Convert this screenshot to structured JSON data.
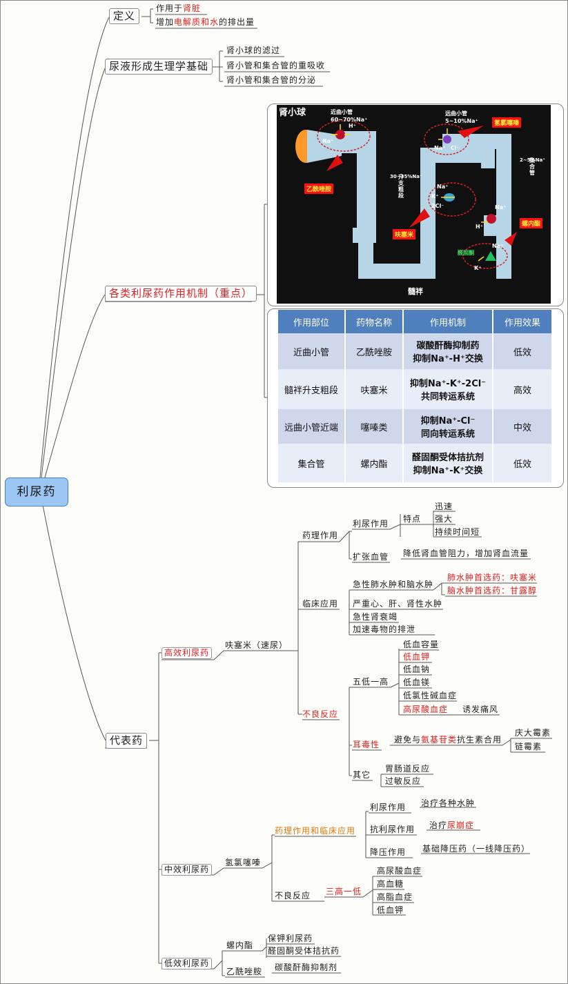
{
  "root": "利尿药",
  "definition": {
    "label": "定义",
    "a_pre": "作用于",
    "a_red": "肾脏",
    "b_pre": "增加",
    "b_red": "电解质和水",
    "b_post": "的排出量"
  },
  "physiology": {
    "label": "尿液形成生理学基础",
    "items": [
      "肾小球的滤过",
      "肾小管和集合管的重吸收",
      "肾小管和集合管的分泌"
    ]
  },
  "mechanism": {
    "label": "各类利尿药作用机制（重点）",
    "figure": {
      "title": "肾小球",
      "bottom": "髓袢",
      "proximal": "近曲小管",
      "proximal_pct": "60~70%Na⁺",
      "distal": "远曲小管",
      "distal_pct": "5~10%Na⁺",
      "collecting": "集合管",
      "collecting_pct": "2~5%Na⁺",
      "loop": "升支粗段",
      "loop_pct": "30~35%Na⁺",
      "drug_acz": "乙酰唑胺",
      "drug_hctz": "氢氯噻嗪",
      "drug_furo": "呋塞米",
      "drug_spiro": "螺内酯",
      "aldosterone": "醛固酮",
      "na": "Na⁺",
      "h": "H⁺",
      "cl": "Cl⁻",
      "k": "K⁺",
      "cl2": "2Cl⁻"
    },
    "table": {
      "headers": [
        "作用部位",
        "药物名称",
        "作用机制",
        "作用效果"
      ],
      "rows": [
        {
          "site": "近曲小管",
          "drug": "乙酰唑胺",
          "mech1": "碳酸酐酶抑制药",
          "mech2": "抑制Na⁺-H⁺交换",
          "effect": "低效"
        },
        {
          "site": "髓袢升支粗段",
          "drug": "呋塞米",
          "mech1": "抑制Na⁺-K⁺-2Cl⁻",
          "mech2": "共同转运系统",
          "effect": "高效"
        },
        {
          "site": "远曲小管近端",
          "drug": "噻嗪类",
          "mech1": "抑制Na⁺-Cl⁻",
          "mech2": "同向转运系统",
          "effect": "中效"
        },
        {
          "site": "集合管",
          "drug": "螺内酯",
          "mech1": "醛固酮受体拮抗剂",
          "mech2": "抑制Na⁺-K⁺交换",
          "effect": "低效"
        }
      ]
    }
  },
  "representative": {
    "label": "代表药",
    "high": {
      "label": "高效利尿药",
      "drug": "呋塞米（速尿）",
      "pharm": "药理作用",
      "diuretic": "利尿作用",
      "features": "特点",
      "feat_items": [
        "迅速",
        "强大",
        "持续时间短"
      ],
      "vaso": "扩张血管",
      "vaso_desc": "降低肾血管阻力，增加肾血流量",
      "clinical": "临床应用",
      "edema": "急性肺水肿和脑水肿",
      "edema_a": "肺水肿首选药：呋塞米",
      "edema_b": "脑水肿首选药：甘露醇",
      "clin_items": [
        "严重心、肝、肾性水肿",
        "急性肾衰竭",
        "加速毒物的排泄"
      ],
      "adverse": "不良反应",
      "five_low": "五低一高",
      "low_items": [
        "低血容量",
        "低血钾",
        "低血钠",
        "低血镁",
        "低氯性碱血症",
        "高尿酸血症"
      ],
      "gout": "诱发痛风",
      "oto": "耳毒性",
      "oto_pre": "避免与",
      "oto_red": "氨基苷类",
      "oto_post": "抗生素合用",
      "oto_items": [
        "庆大霉素",
        "链霉素"
      ],
      "other": "其它",
      "other_items": [
        "胃肠道反应",
        "过敏反应"
      ]
    },
    "medium": {
      "label": "中效利尿药",
      "drug": "氢氯噻嗪",
      "pharm": "药理作用和临床应用",
      "diuretic": "利尿作用",
      "diuretic_use": "治疗各种水肿",
      "anti": "抗利尿作用",
      "anti_pre": "治疗",
      "anti_red": "尿崩症",
      "bp": "降压作用",
      "bp_use": "基础降压药（一线降压药）",
      "adverse": "不良反应",
      "three": "三高一低",
      "three_items": [
        "高尿酸血症",
        "高血糖",
        "高脂血症",
        "低血钾"
      ]
    },
    "low": {
      "label": "低效利尿药",
      "spiro": "螺内酯",
      "spiro_items": [
        "保钾利尿药",
        "醛固酮受体拮抗药"
      ],
      "acz": "乙酰唑胺",
      "acz_item": "碳酸酐酶抑制剂"
    }
  }
}
